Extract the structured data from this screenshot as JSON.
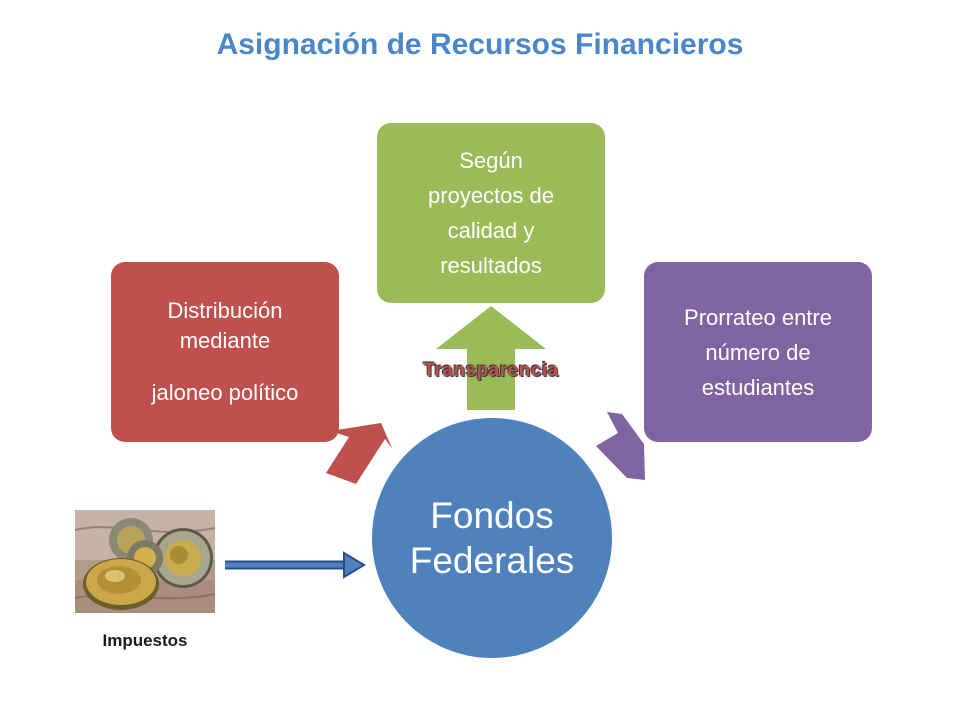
{
  "title": "Asignación de Recursos Financieros",
  "nodes": {
    "red": {
      "line1": "Distribución",
      "line2": "mediante",
      "line3": "jaloneo político"
    },
    "green": {
      "line1": "Según",
      "line2": "proyectos de",
      "line3": "calidad y",
      "line4": "resultados"
    },
    "purple": {
      "line1": "Prorrateo entre",
      "line2": "número de",
      "line3": "estudiantes"
    },
    "center": {
      "line1": "Fondos",
      "line2": "Federales"
    }
  },
  "arrow_label": "Transparencia",
  "image_caption": "Impuestos",
  "colors": {
    "title": "#4a86c8",
    "red": "#c0504d",
    "green": "#9bbb59",
    "purple": "#8064a2",
    "center": "#4f81bd"
  }
}
